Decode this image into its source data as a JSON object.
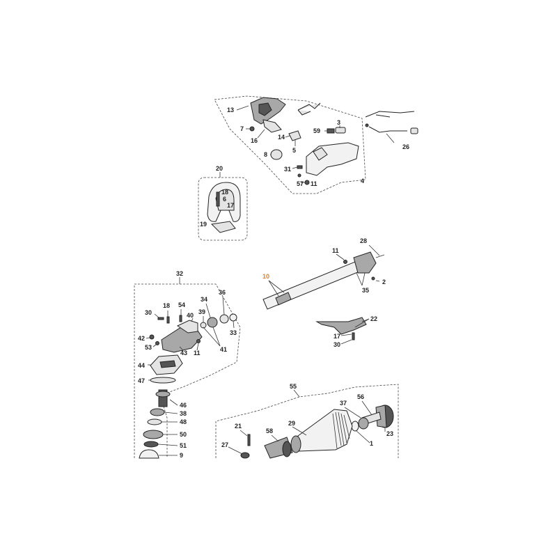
{
  "labels": {
    "l13": "13",
    "l7": "7",
    "l16": "16",
    "l14": "14",
    "l5": "5",
    "l59": "59",
    "l3": "3",
    "l8": "8",
    "l31": "31",
    "l57": "57",
    "l11a": "11",
    "l4": "4",
    "l26": "26",
    "l20": "20",
    "l18a": "18",
    "l6": "6",
    "l17a": "17",
    "l19": "19",
    "l11b": "11",
    "l28": "28",
    "l10": "10",
    "l35": "35",
    "l2": "2",
    "l22": "22",
    "l17b": "17",
    "l30b": "30",
    "l32": "32",
    "l30a": "30",
    "l18b": "18",
    "l54": "54",
    "l34": "34",
    "l36": "36",
    "l39": "39",
    "l40": "40",
    "l33": "33",
    "l42": "42",
    "l53": "53",
    "l43": "43",
    "l11c": "11",
    "l41": "41",
    "l44": "44",
    "l47": "47",
    "l46": "46",
    "l38": "38",
    "l48": "48",
    "l50": "50",
    "l51": "51",
    "l9": "9",
    "l55": "55",
    "l37": "37",
    "l56": "56",
    "l21": "21",
    "l58": "58",
    "l29": "29",
    "l27": "27",
    "l1": "1",
    "l23": "23"
  },
  "colors": {
    "highlight": "#d9822b",
    "line": "#333333",
    "background": "#ffffff"
  }
}
